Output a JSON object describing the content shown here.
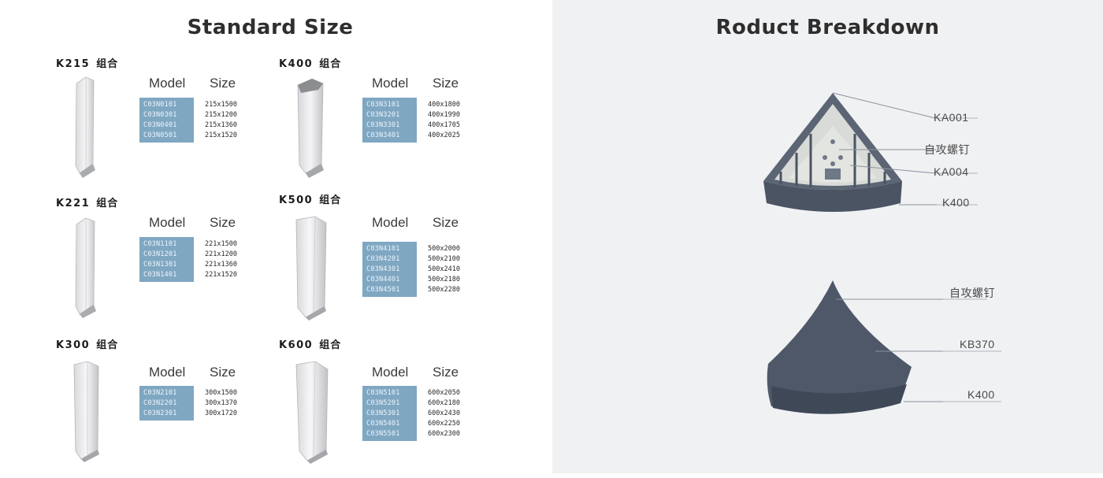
{
  "standard_size": {
    "title": "Standard Size",
    "col_model": "Model",
    "col_size": "Size",
    "blocks": [
      {
        "name": "K215",
        "suffix": "组合",
        "models": [
          "C03N0101",
          "C03N0301",
          "C03N0401",
          "C03N0501"
        ],
        "sizes": [
          "215x1500",
          "215x1200",
          "215x1360",
          "215x1520"
        ]
      },
      {
        "name": "K400",
        "suffix": "组合",
        "models": [
          "C03N3101",
          "C03N3201",
          "C03N3301",
          "C03N3401"
        ],
        "sizes": [
          "400x1800",
          "400x1990",
          "400x1705",
          "400x2025"
        ]
      },
      {
        "name": "K221",
        "suffix": "组合",
        "models": [
          "C03N1101",
          "C03N1201",
          "C03N1301",
          "C03N1401"
        ],
        "sizes": [
          "221x1500",
          "221x1200",
          "221x1360",
          "221x1520"
        ]
      },
      {
        "name": "K500",
        "suffix": "组合",
        "models": [
          "C03N4101",
          "C03N4201",
          "C03N4301",
          "C03N4401",
          "C03N4501"
        ],
        "sizes": [
          "500x2000",
          "500x2100",
          "500x2410",
          "500x2180",
          "500x2280"
        ]
      },
      {
        "name": "K300",
        "suffix": "组合",
        "models": [
          "C03N2101",
          "C03N2201",
          "C03N2301"
        ],
        "sizes": [
          "300x1500",
          "300x1370",
          "300x1720"
        ]
      },
      {
        "name": "K600",
        "suffix": "组合",
        "models": [
          "C03N5101",
          "C03N5201",
          "C03N5301",
          "C03N5401",
          "C03N5501"
        ],
        "sizes": [
          "600x2050",
          "600x2180",
          "600x2430",
          "600x2250",
          "600x2300"
        ]
      }
    ]
  },
  "breakdown": {
    "title": "Roduct Breakdown",
    "top_labels": [
      "KA001",
      "自攻螺钉",
      "KA004",
      "K400"
    ],
    "bottom_labels": [
      "自攻螺钉",
      "KB370",
      "K400"
    ]
  },
  "colors": {
    "model_box": "#7fa7c2",
    "panel_right_bg": "#f0f1f3",
    "frame_dark": "#4a5463"
  }
}
